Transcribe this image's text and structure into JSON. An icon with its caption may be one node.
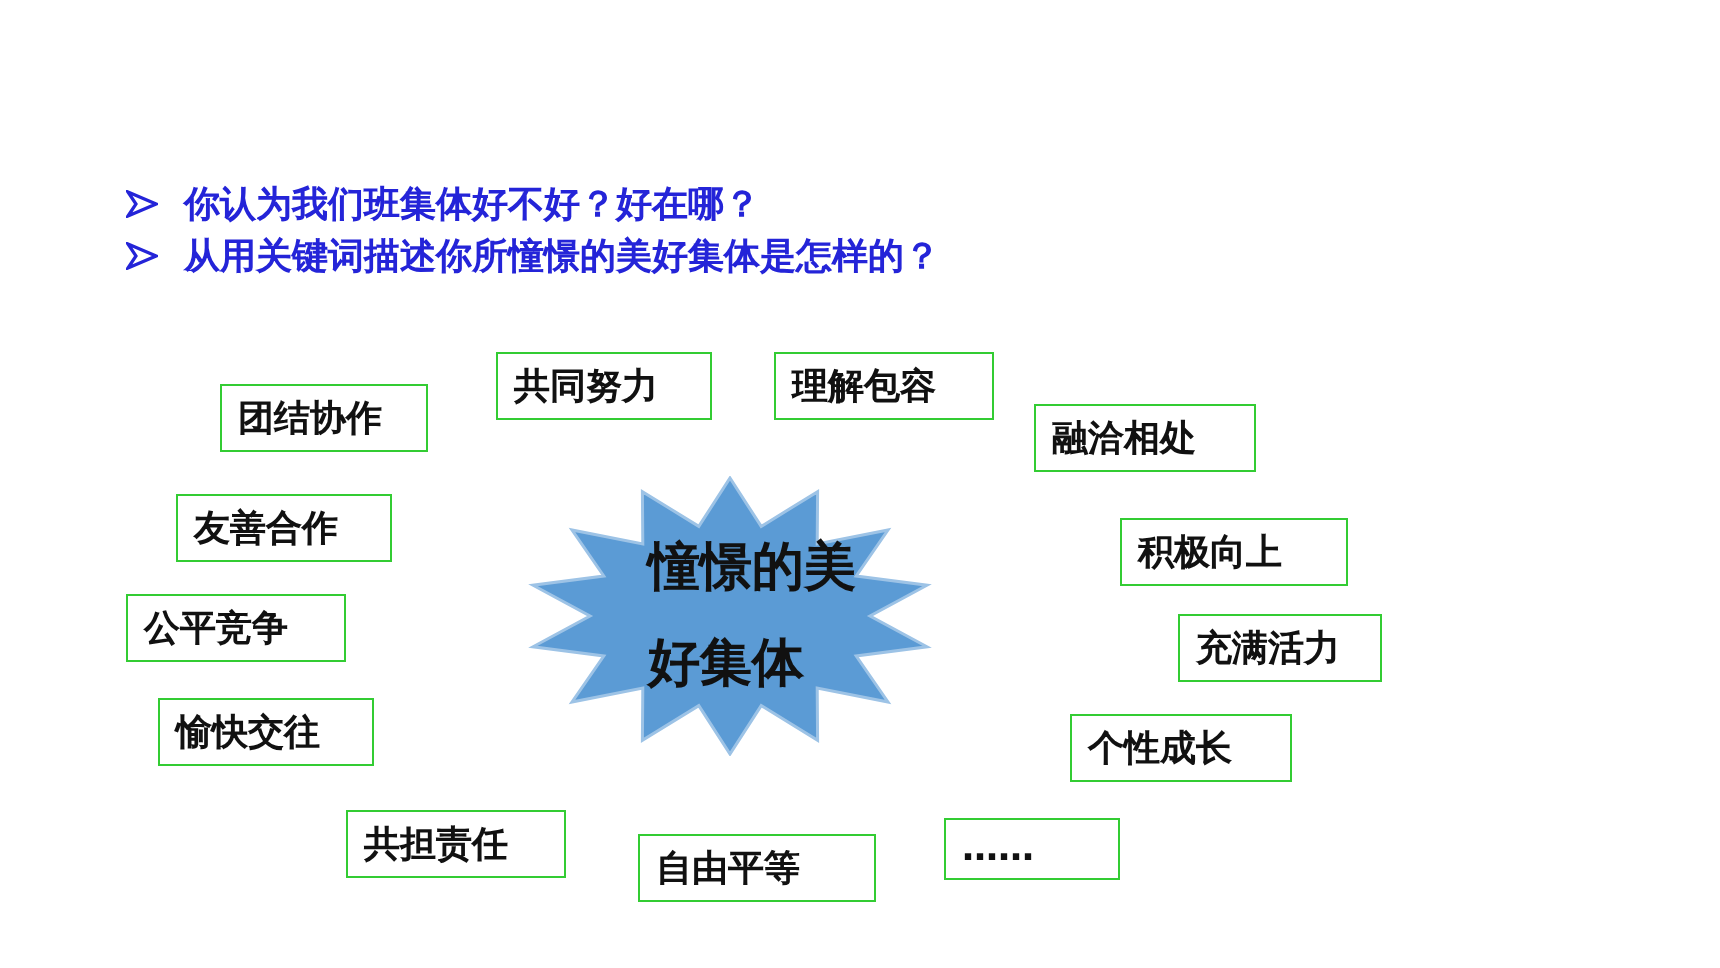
{
  "diagram": {
    "nodes": [
      {
        "text": [
          "共同努力"
        ]
      },
      {
        "text": [
          "理解包容"
        ]
      },
      {
        "text": [
          "团结协作"
        ]
      },
      {
        "text": [
          "融洽相处"
        ]
      },
      {
        "text": [
          "友善合作"
        ]
      },
      {
        "text": [
          "积极向上"
        ]
      },
      {
        "text": [
          "憧憬的美好集体"
        ]
      },
      {
        "text": [
          "公平竞争"
        ]
      },
      {
        "text": [
          "充满活力"
        ]
      },
      {
        "text": [
          "愉快交往"
        ]
      },
      {
        "text": [
          "个性成长"
        ]
      },
      {
        "text": [
          "共担责任"
        ]
      },
      {
        "text": [
          "……"
        ]
      },
      {
        "text": [
          "自由平等"
        ]
      }
    ],
    "edges": [],
    "labels": [
      "你认为我们班集体好不好？好在哪？",
      "从用关键词描述你所憧憬的美好集体是怎样的？"
    ]
  }
}
